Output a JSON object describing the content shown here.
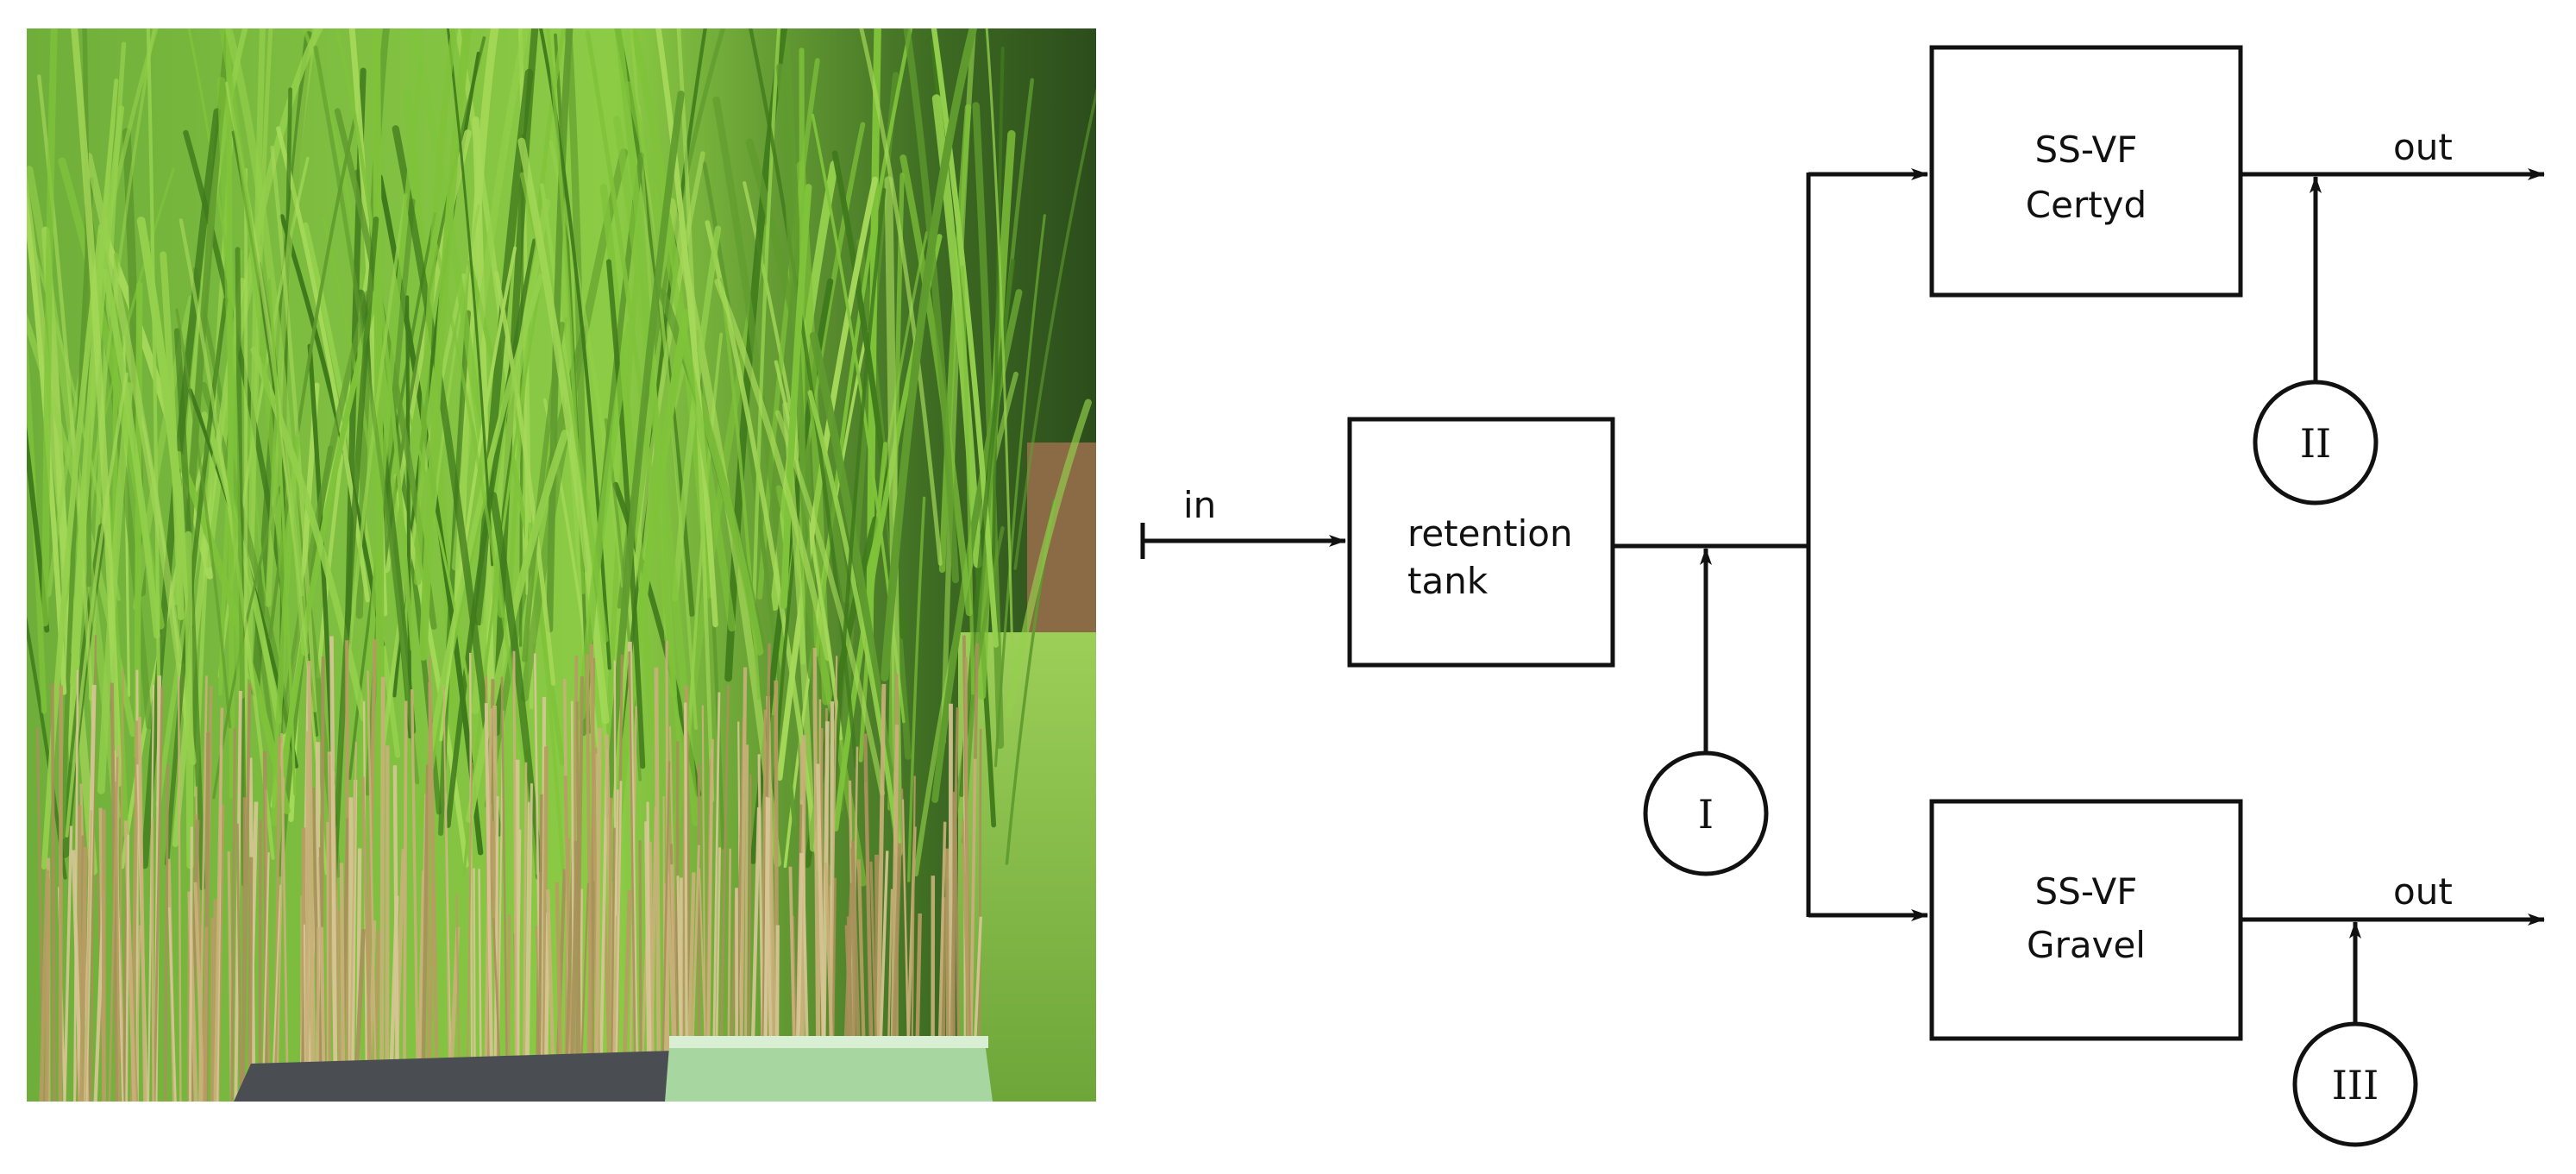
{
  "photo": {
    "subject": "reed-bed-photo",
    "colors": {
      "reed_green": "#7fc33a",
      "reed_dark": "#3f7a1c",
      "stems": "#c9b27a",
      "container_green": "#9fd19a",
      "container_grey": "#4a4e52"
    }
  },
  "diagram": {
    "line_color": "#111111",
    "inlet_label": "in",
    "tank": {
      "line1": "retention",
      "line2": "tank"
    },
    "filter_top": {
      "line1": "SS-VF",
      "line2": "Certyd",
      "outlet_label": "out"
    },
    "filter_bottom": {
      "line1": "SS-VF",
      "line2": "Gravel",
      "outlet_label": "out"
    },
    "sampling_points": [
      "I",
      "II",
      "III"
    ]
  }
}
